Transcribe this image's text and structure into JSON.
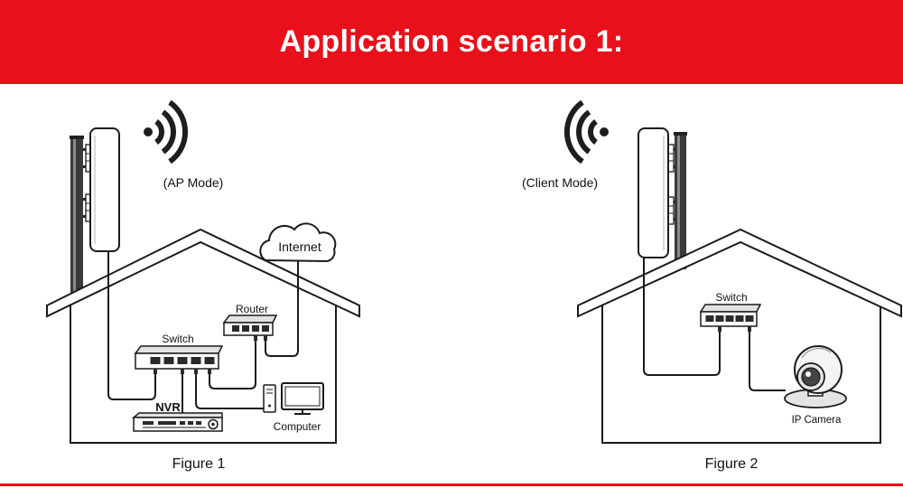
{
  "banner": {
    "title": "Application scenario 1:"
  },
  "colors": {
    "banner": "#e8101a",
    "title_text": "#ffffff",
    "line_art": "#1a1a1a"
  },
  "figure1": {
    "mode_label": "(AP Mode)",
    "internet_label": "Internet",
    "router_label": "Router",
    "switch_label": "Switch",
    "nvr_label": "NVR",
    "computer_label": "Computer",
    "caption": "Figure 1"
  },
  "figure2": {
    "mode_label": "(Client Mode)",
    "switch_label": "Switch",
    "camera_label": "IP Camera",
    "caption": "Figure 2"
  },
  "icons": [
    "wifi-signal-icon",
    "outdoor-cpe-antenna-icon",
    "cloud-icon",
    "router-icon",
    "network-switch-icon",
    "nvr-recorder-icon",
    "desktop-computer-icon",
    "ip-camera-icon",
    "house-icon"
  ]
}
